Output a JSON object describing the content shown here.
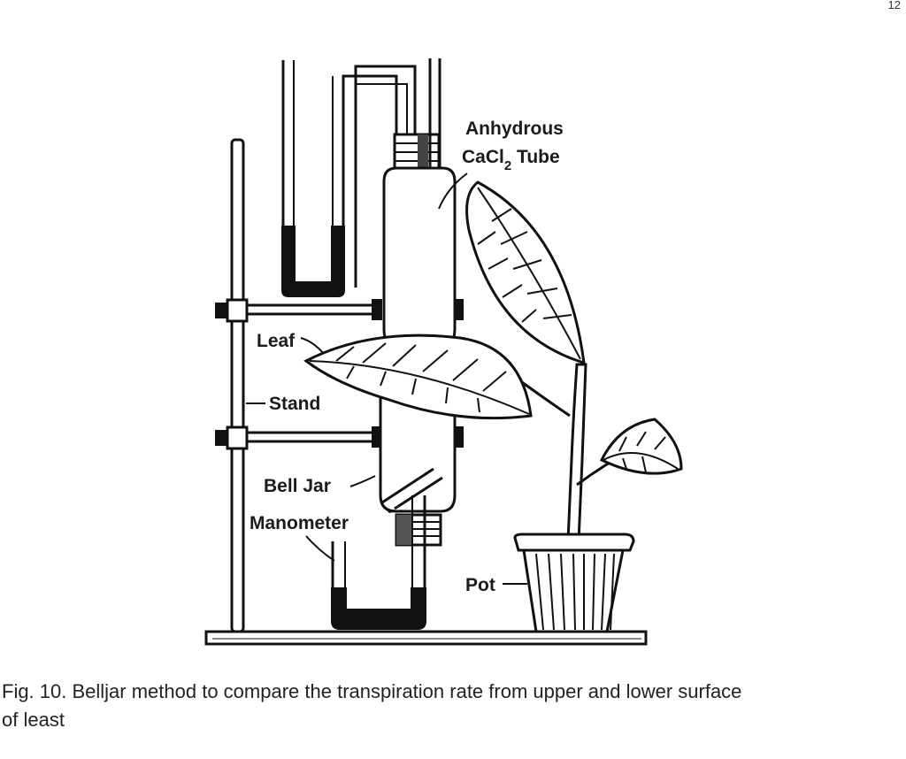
{
  "page": {
    "number": "12"
  },
  "figure": {
    "labels": {
      "anhydrous": "Anhydrous",
      "cacl_prefix": "CaCl",
      "cacl_subscript": "2",
      "tube": "Tube",
      "leaf": "Leaf",
      "stand": "Stand",
      "bell_jar": "Bell Jar",
      "manometer": "Manometer",
      "pot": "Pot"
    }
  },
  "caption": {
    "line1": "Fig. 10. Belljar method to compare the transpiration rate from upper and lower surface",
    "line2": "of least"
  }
}
